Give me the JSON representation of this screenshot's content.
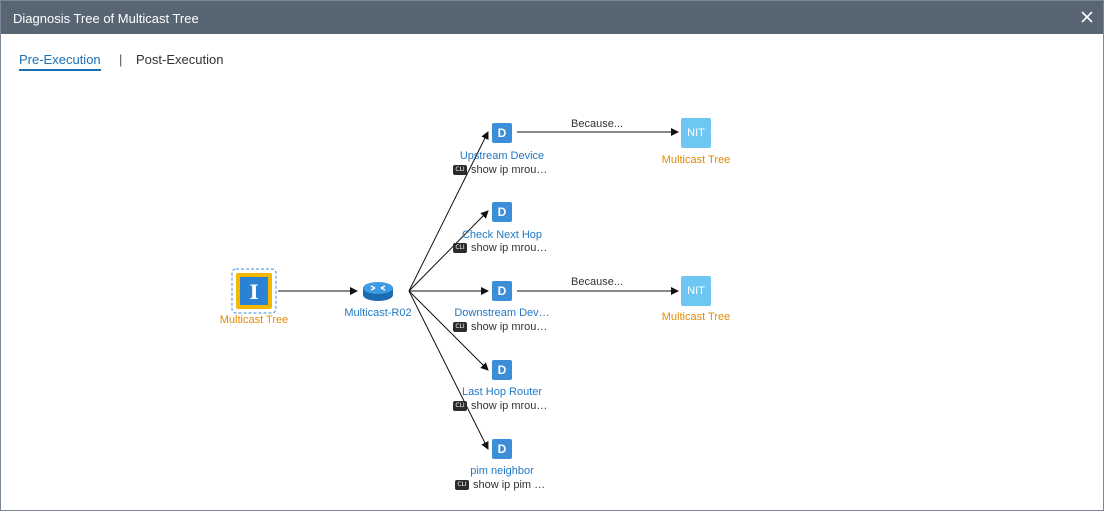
{
  "dialog": {
    "title": "Diagnosis Tree of Multicast Tree",
    "close_icon": "close-icon"
  },
  "tabs": {
    "pre": "Pre-Execution",
    "separator": "|",
    "post": "Post-Execution"
  },
  "tree": {
    "root": {
      "label": "Multicast Tree",
      "icon_text": "I"
    },
    "device": {
      "label": "Multicast-R02",
      "icon": "router-icon"
    },
    "nodes": [
      {
        "label": "Upstream Device",
        "cli": "show ip mrou…",
        "icon_text": "D"
      },
      {
        "label": "Check Next Hop",
        "cli": "show ip mrou…",
        "icon_text": "D"
      },
      {
        "label": "Downstream Dev…",
        "cli": "show ip mrou…",
        "icon_text": "D"
      },
      {
        "label": "Last Hop Router",
        "cli": "show ip mrou…",
        "icon_text": "D"
      },
      {
        "label": "pim neighbor",
        "cli": "show ip pim …",
        "icon_text": "D"
      }
    ],
    "cli_badge": "CLI",
    "branches": [
      {
        "edge_label": "Because...",
        "target_label": "Multicast Tree",
        "target_text": "NIT"
      },
      {
        "edge_label": "Because...",
        "target_label": "Multicast Tree",
        "target_text": "NIT"
      }
    ]
  },
  "colors": {
    "titlebar": "#586573",
    "accent": "#1a6fb3",
    "node_blue": "#3d8ed8",
    "nit_blue": "#6ec6f2",
    "orange": "#e38b00"
  }
}
